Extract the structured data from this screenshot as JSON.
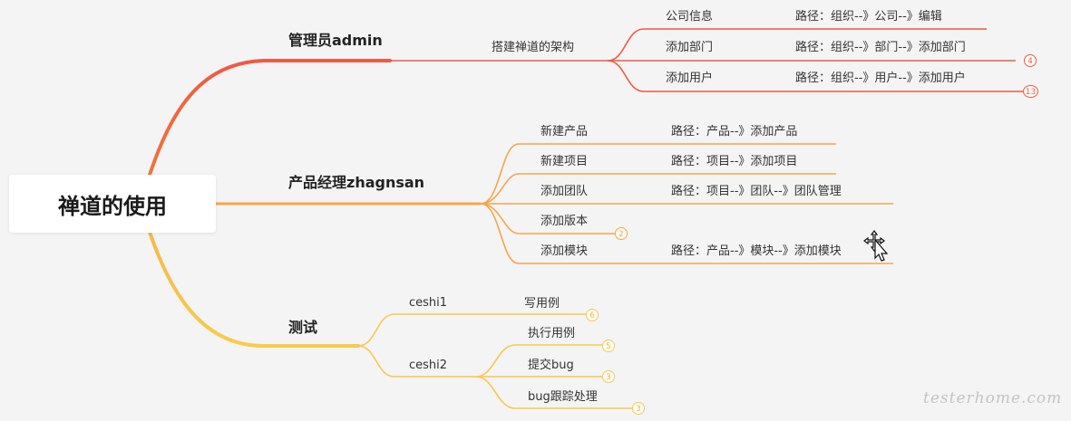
{
  "root": {
    "label": "禅道的使用"
  },
  "colors": {
    "admin": "#ef5a43",
    "pm": "#f7a548",
    "test": "#f8c94a"
  },
  "admin": {
    "label": "管理员admin",
    "child": "搭建禅道的架构",
    "items": [
      {
        "label": "公司信息",
        "path": "路径：组织--》公司--》编辑",
        "badge": ""
      },
      {
        "label": "添加部门",
        "path": "路径：组织--》部门--》添加部门",
        "badge": "4"
      },
      {
        "label": "添加用户",
        "path": "路径：组织--》用户--》添加用户",
        "badge": "13"
      }
    ]
  },
  "pm": {
    "label": "产品经理zhagnsan",
    "items": [
      {
        "label": "新建产品",
        "path": "路径：产品--》添加产品",
        "badge": ""
      },
      {
        "label": "新建项目",
        "path": "路径：项目--》添加项目",
        "badge": ""
      },
      {
        "label": "添加团队",
        "path": "路径：项目--》团队--》团队管理",
        "badge": ""
      },
      {
        "label": "添加版本",
        "path": "",
        "badge": "2"
      },
      {
        "label": "添加模块",
        "path": "路径：产品--》模块--》添加模块",
        "badge": ""
      }
    ]
  },
  "test": {
    "label": "测试",
    "ceshi1": {
      "label": "ceshi1",
      "items": [
        {
          "label": "写用例",
          "badge": "6"
        }
      ]
    },
    "ceshi2": {
      "label": "ceshi2",
      "items": [
        {
          "label": "执行用例",
          "badge": "5"
        },
        {
          "label": "提交bug",
          "badge": "3"
        },
        {
          "label": "bug跟踪处理",
          "badge": "3"
        }
      ]
    }
  },
  "watermark": "testerhome.com"
}
